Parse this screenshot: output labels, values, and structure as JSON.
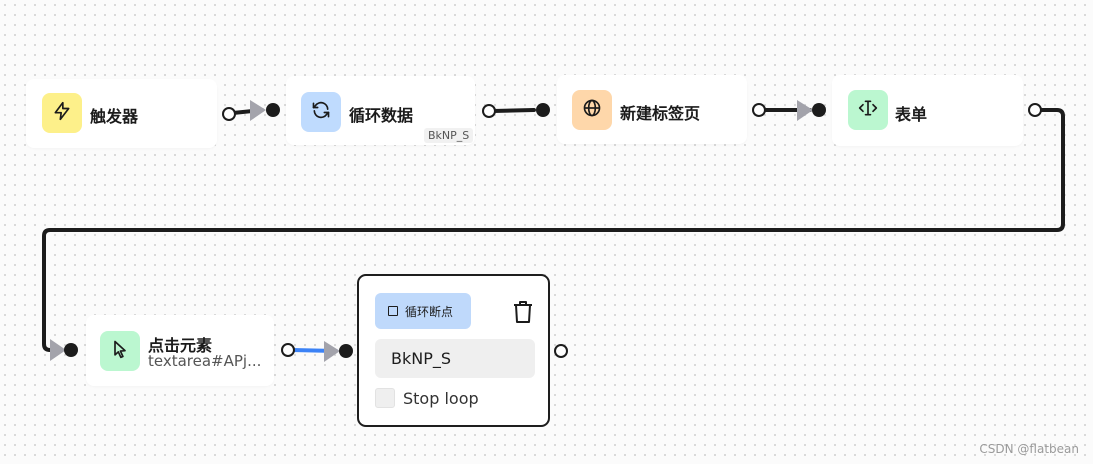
{
  "nodes": {
    "trigger": {
      "title": "触发器",
      "icon": "lightning-icon",
      "color": "#fdf08a"
    },
    "loop_data": {
      "title": "循环数据",
      "icon": "refresh-icon",
      "color": "#bfdbfe",
      "tag": "BkNP_S"
    },
    "new_tab": {
      "title": "新建标签页",
      "icon": "globe-icon",
      "color": "#fed7aa"
    },
    "form": {
      "title": "表单",
      "icon": "text-cursor-icon",
      "color": "#bbf7d0"
    },
    "click_element": {
      "title": "点击元素",
      "subtitle": "textarea#APj...",
      "icon": "cursor-icon",
      "color": "#bbf7d0"
    }
  },
  "loop_breakpoint": {
    "badge_label": "循环断点",
    "badge_color": "#bfd9fb",
    "loop_id_value": "BkNP_S",
    "stop_loop_label": "Stop loop",
    "stop_loop_checked": false,
    "delete_icon": "trash-icon"
  },
  "edge_colors": {
    "default": "#1c1c1c",
    "selected": "#3b82f6",
    "arrow": "#a3a3ab"
  },
  "watermark": "CSDN @flatbean"
}
